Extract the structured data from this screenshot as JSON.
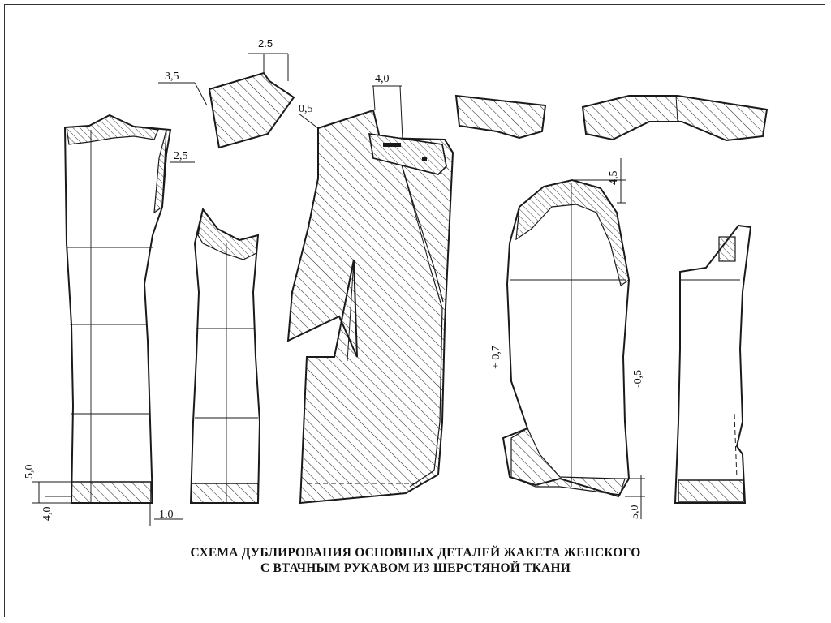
{
  "caption": {
    "line1": "СХЕМА ДУБЛИРОВАНИЯ ОСНОВНЫХ ДЕТАЛЕЙ ЖАКЕТА ЖЕНСКОГО",
    "line2": "С ВТАЧНЫМ РУКАВОМ ИЗ ШЕРСТЯНОЙ ТКАНИ"
  },
  "dimensions": {
    "collar_top": "2.5",
    "collar_side": "3,5",
    "back_armhole": "2,5",
    "front_neck_left": "0,5",
    "front_neck_top": "4,0",
    "hem_height": "5,0",
    "hem_offset": "4,0",
    "hem_width": "1,0",
    "sleeve_cap": "4,5",
    "sleeve_plus": "+ 0,7",
    "sleeve_minus": "-0,5",
    "sleeve_hem": "5,0"
  },
  "colors": {
    "line": "#1a1a1a",
    "hatch": "#2a2a2a",
    "background": "#ffffff"
  }
}
